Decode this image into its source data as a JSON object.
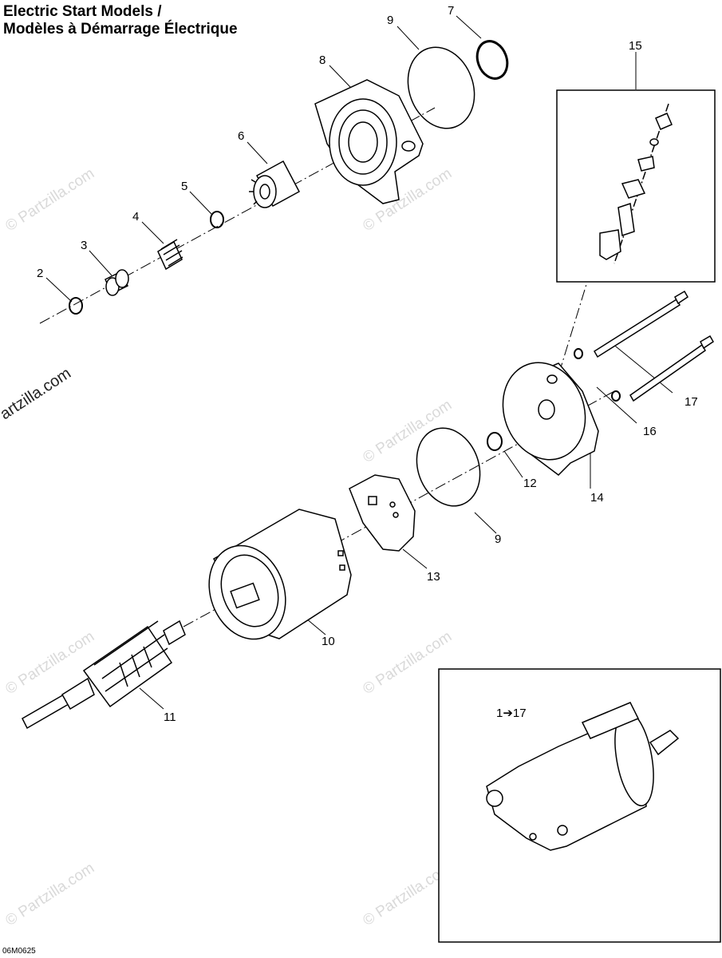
{
  "title": {
    "line1": "Electric Start Models /",
    "line2": "Modèles à Démarrage Électrique"
  },
  "diagram_code": "06M0625",
  "watermark": "© Partzilla.com",
  "side_watermark": "© Partzilla.com",
  "callouts": {
    "c2": "2",
    "c3": "3",
    "c4": "4",
    "c5": "5",
    "c6": "6",
    "c7": "7",
    "c8": "8",
    "c9a": "9",
    "c9b": "9",
    "c10": "10",
    "c11": "11",
    "c12": "12",
    "c13": "13",
    "c14": "14",
    "c15": "15",
    "c16": "16",
    "c17": "17",
    "assembly": "1➔17"
  }
}
